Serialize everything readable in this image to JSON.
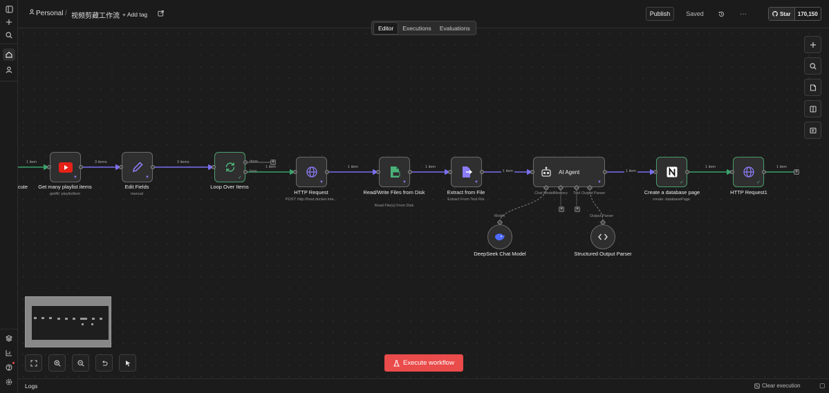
{
  "breadcrumb": {
    "project": "Personal",
    "separator": "/",
    "workflow_name": "视频剪藏工作流",
    "add_tag": "+ Add tag"
  },
  "header": {
    "publish": "Publish",
    "status": "Saved",
    "github_star": "Star",
    "star_count": "170,150"
  },
  "tabs": [
    {
      "label": "Editor",
      "active": true
    },
    {
      "label": "Executions",
      "active": false
    },
    {
      "label": "Evaluations",
      "active": false
    }
  ],
  "nodes": {
    "trigger_cut": {
      "label": "cute"
    },
    "get_playlist": {
      "label": "Get many playlist items",
      "subtitle": "getAll: playlistItem"
    },
    "edit_fields": {
      "label": "Edit Fields",
      "subtitle": "manual"
    },
    "loop": {
      "label": "Loop Over Items",
      "done": "done",
      "loop": "loop"
    },
    "http": {
      "label": "HTTP Request",
      "subtitle": "POST: http://host.docker.inte..."
    },
    "rw_files": {
      "label": "Read/Write Files from Disk",
      "subtitle": "Read File(s) From Disk"
    },
    "extract": {
      "label": "Extract from File",
      "subtitle": "Extract From Text File"
    },
    "agent": {
      "label": "AI Agent",
      "port_chat": "Chat Model",
      "port_memory": "Memory",
      "port_tool": "Tool",
      "port_parser": "Output Parser"
    },
    "notion": {
      "label": "Create a database page",
      "subtitle": "create: databasePage"
    },
    "http1": {
      "label": "HTTP Request1"
    },
    "deepseek": {
      "label": "DeepSeek Chat Model",
      "port": "Model"
    },
    "parser": {
      "label": "Structured Output Parser",
      "port": "Output Parser"
    }
  },
  "edges": {
    "e1": "1 item",
    "e2": "3 items",
    "e3": "3 items",
    "e4": "1 item",
    "e5": "1 item",
    "e6": "1 item",
    "e7": "1 item",
    "e8": "1 item",
    "e9": "1 item",
    "e10": "1 item"
  },
  "footer": {
    "execute": "Execute workflow",
    "logs": "Logs",
    "clear_execution": "Clear execution"
  },
  "colors": {
    "accent": "#ea4b4b",
    "success": "#4bb37a",
    "edge_active": "#7a6ff0",
    "edge_success": "#39a36b",
    "pin": "#8a7cf5"
  }
}
